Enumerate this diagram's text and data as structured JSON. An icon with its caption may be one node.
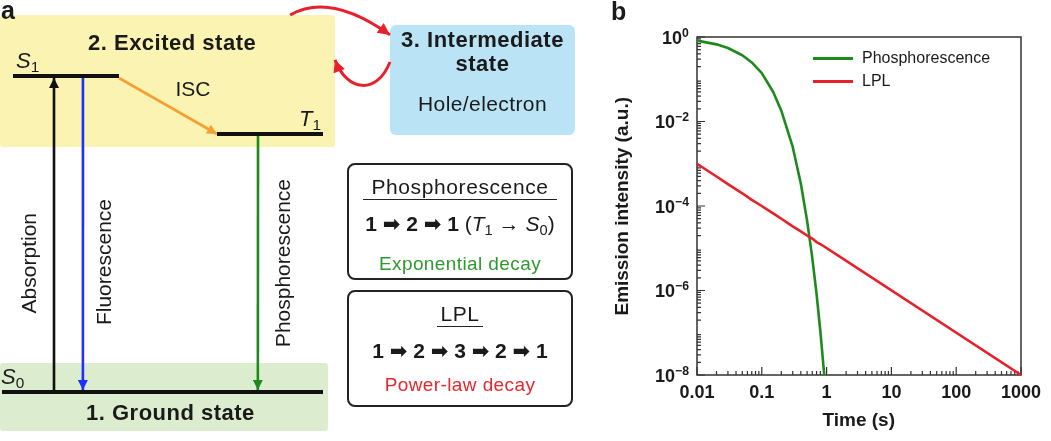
{
  "diagram": {
    "nodes": [
      {
        "text": [
          "2. Excited state"
        ]
      },
      {
        "text": [
          "3. Intermediate state",
          "Hole/electron"
        ]
      },
      {
        "text": [],
        "shape": "bar",
        "beside": [
          "*S*$_{1}$"
        ],
        "in": 0
      },
      {
        "text": [],
        "shape": "bar",
        "beside": [
          "*T*$_{1}$"
        ],
        "in": 0
      },
      {
        "text": [
          "1. Ground state"
        ]
      },
      {
        "text": [],
        "shape": "bar",
        "beside": [
          "*S*$_{0}$"
        ],
        "in": 4
      },
      {
        "text": [
          "Phosphorescence",
          "**1 ➡ 2 ➡ 1** (*T*$_{1}$ → *S*$_{0}$)",
          "Exponential decay"
        ]
      },
      {
        "text": [
          "LPL",
          "1 ➡ 2 ➡ 3 ➡ 2 ➡ 1",
          "Power-law decay"
        ]
      }
    ],
    "edges": [
      {
        "from": 5,
        "to": 2,
        "arrow": "to",
        "label": "Absorption",
        "color": "#111111"
      },
      {
        "from": 2,
        "to": 5,
        "arrow": "to",
        "label": "Fluorescence",
        "color": "#1f2fff"
      },
      {
        "from": 2,
        "to": 3,
        "arrow": "to",
        "label": "ISC",
        "color": "#f5a032"
      },
      {
        "from": 3,
        "to": 5,
        "arrow": "to",
        "label": "Phosphorescence",
        "color": "#1e8a1e"
      },
      {
        "from": 0,
        "to": 1,
        "arrow": "to",
        "color": "#e8202a"
      },
      {
        "from": 1,
        "to": 0,
        "arrow": "to",
        "color": "#e8202a"
      }
    ],
    "labels": [
      "a",
      "b"
    ],
    "chart_data": {
      "type": "line",
      "xlabel": "Time (s)",
      "ylabel": "Emission intensity (a.u.)",
      "log": "xy",
      "legend": "upper right",
      "x": [
        0.01,
        0.02,
        0.03,
        0.05,
        0.07,
        0.1,
        0.15,
        0.2,
        0.3,
        0.4,
        0.5,
        0.6,
        0.7,
        0.8,
        0.92,
        1000
      ],
      "series": [
        {
          "name": "Phosphorescence",
          "color": "#1e8a1e",
          "values": [
            0.82,
            0.67,
            0.55,
            0.37,
            0.25,
            0.14,
            0.05,
            0.018,
            0.0025,
            0.00034,
            4.5e-05,
            6.1e-06,
            8.3e-07,
            1.1e-07,
            1e-08,
            null
          ]
        },
        {
          "name": "LPL",
          "color": "#e8202a",
          "values": [
            0.001,
            0.0005,
            0.00033,
            0.0002,
            0.00014,
            0.0001,
            6.7e-05,
            5e-05,
            3.3e-05,
            2.5e-05,
            2e-05,
            1.7e-05,
            1.4e-05,
            1.25e-05,
            1.1e-05,
            1e-08
          ]
        }
      ],
      "xlim": [
        0.01,
        1000
      ],
      "ylim": [
        1e-08,
        1
      ],
      "xticks": [
        0.01,
        0.1,
        1,
        10,
        100,
        1000
      ],
      "yticks": [
        {
          "value": 1,
          "label": "10$^{0}$"
        },
        {
          "value": 0.01,
          "label": "10$^{−2}$"
        },
        {
          "value": 0.0001,
          "label": "10$^{−4}$"
        },
        {
          "value": 1e-06,
          "label": "10$^{−6}$"
        },
        {
          "value": 1e-08,
          "label": "10$^{−8}$"
        }
      ]
    }
  }
}
